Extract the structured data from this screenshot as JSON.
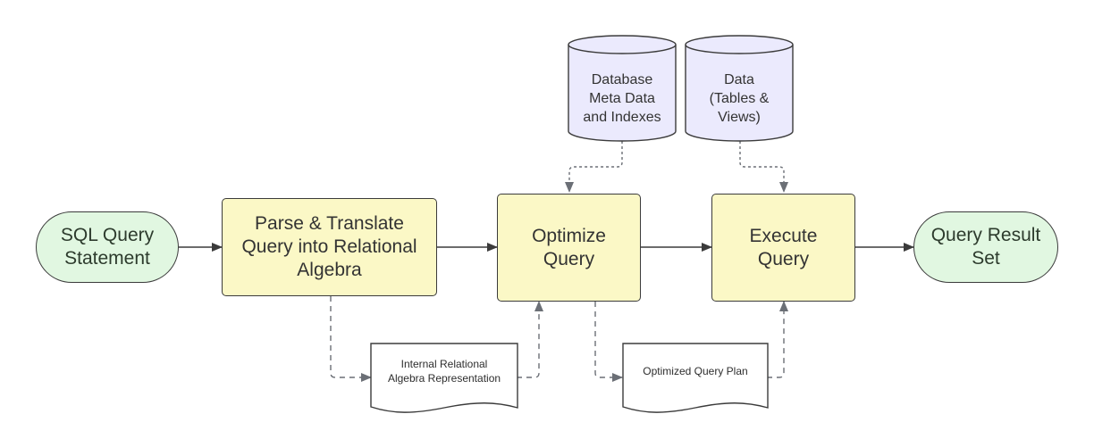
{
  "nodes": {
    "sql_query_statement": "SQL Query\nStatement",
    "parse_translate": "Parse & Translate\nQuery into Relational\nAlgebra",
    "optimize_query": "Optimize\nQuery",
    "execute_query": "Execute\nQuery",
    "query_result_set": "Query Result\nSet",
    "internal_representation": "Internal Relational\nAlgebra Representation",
    "optimized_query_plan": "Optimized Query Plan",
    "database_meta_data": "Database\nMeta Data\nand Indexes",
    "data_tables_views": "Data\n(Tables &\nViews)"
  },
  "colors": {
    "terminal_fill": "#e1f7e1",
    "process_fill": "#fbf8c6",
    "cylinder_fill": "#ebeafd",
    "document_fill": "#ffffff",
    "solid_arrow": "#3b3b3b",
    "dashed_arrow": "#6b6f76"
  }
}
